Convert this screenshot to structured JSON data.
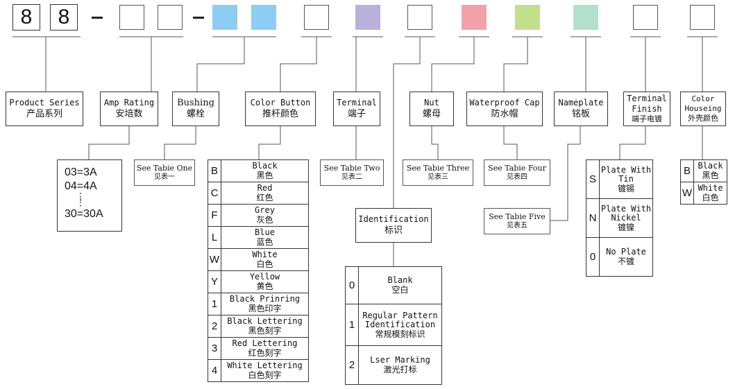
{
  "code_header": {
    "digit1": "8",
    "digit2": "8",
    "dash": "-"
  },
  "colors": {
    "bushing": "#8dcdf4",
    "terminal": "#b9b1da",
    "nut": "#f2a2a8",
    "waterproof_cap": "#c2e08c",
    "nameplate": "#b3e0cb"
  },
  "labels": {
    "product_series": {
      "en": "Product Series",
      "zh": "产品系列"
    },
    "amp_rating": {
      "en": "Amp Rating",
      "zh": "安培数"
    },
    "bushing": {
      "en": "Bushing",
      "zh": "螺栓"
    },
    "color_button": {
      "en": "Color Button",
      "zh": "推杆颜色"
    },
    "terminal": {
      "en": "Terminal",
      "zh": "端子"
    },
    "nut": {
      "en": "Nut",
      "zh": "螺母"
    },
    "waterproof_cap": {
      "en": "Waterproof Cap",
      "zh": "防水帽"
    },
    "nameplate": {
      "en": "Nameplate",
      "zh": "铭板"
    },
    "terminal_finish": {
      "en1": "Terminal",
      "en2": "Finish",
      "zh": "端子电镀"
    },
    "color_housing": {
      "en1": "Color",
      "en2": "Houseing",
      "zh": "外壳颜色"
    },
    "identification": {
      "en": "Identification",
      "zh": "标识"
    }
  },
  "see_tables": {
    "one": {
      "en": "See Tabie One",
      "zh": "见表一"
    },
    "two": {
      "en": "See Tabie Two",
      "zh": "见表二"
    },
    "three": {
      "en": "See Tabie Three",
      "zh": "见表三"
    },
    "four": {
      "en": "See Tabie Four",
      "zh": "见表四"
    },
    "five": {
      "en": "See Tabie Five",
      "zh": "见表五"
    }
  },
  "amp_values": {
    "row1": "03=3A",
    "row2": "04=4A",
    "row3": "30=30A"
  },
  "color_button_options": [
    {
      "code": "B",
      "en": "Black",
      "zh": "黑色"
    },
    {
      "code": "C",
      "en": "Red",
      "zh": "红色"
    },
    {
      "code": "F",
      "en": "Grey",
      "zh": "灰色"
    },
    {
      "code": "L",
      "en": "Blue",
      "zh": "蓝色"
    },
    {
      "code": "W",
      "en": "White",
      "zh": "白色"
    },
    {
      "code": "Y",
      "en": "Yellow",
      "zh": "黄色"
    },
    {
      "code": "1",
      "en": "Black Prinring",
      "zh": "黑色印字"
    },
    {
      "code": "2",
      "en": "Black Lettering",
      "zh": "黑色刻字"
    },
    {
      "code": "3",
      "en": "Red Lettering",
      "zh": "红色刻字"
    },
    {
      "code": "4",
      "en": "White Lettering",
      "zh": "白色刻字"
    }
  ],
  "identification_options": [
    {
      "code": "0",
      "en1": "Blank",
      "en2": "",
      "zh": "空白"
    },
    {
      "code": "1",
      "en1": "Regular Pattern",
      "en2": "Identification",
      "zh": "常规模刻标识"
    },
    {
      "code": "2",
      "en1": "Lser Marking",
      "en2": "",
      "zh": "激光打标"
    }
  ],
  "terminal_finish_options": [
    {
      "code": "S",
      "en1": "Plate With",
      "en2": "Tin",
      "zh": "镀锡"
    },
    {
      "code": "N",
      "en1": "Plate With",
      "en2": "Nickel",
      "zh": "镀镍"
    },
    {
      "code": "0",
      "en1": "No Plate",
      "en2": "",
      "zh": "不镀"
    }
  ],
  "housing_color_options": [
    {
      "code": "B",
      "en": "Black",
      "zh": "黑色"
    },
    {
      "code": "W",
      "en": "White",
      "zh": "白色"
    }
  ]
}
